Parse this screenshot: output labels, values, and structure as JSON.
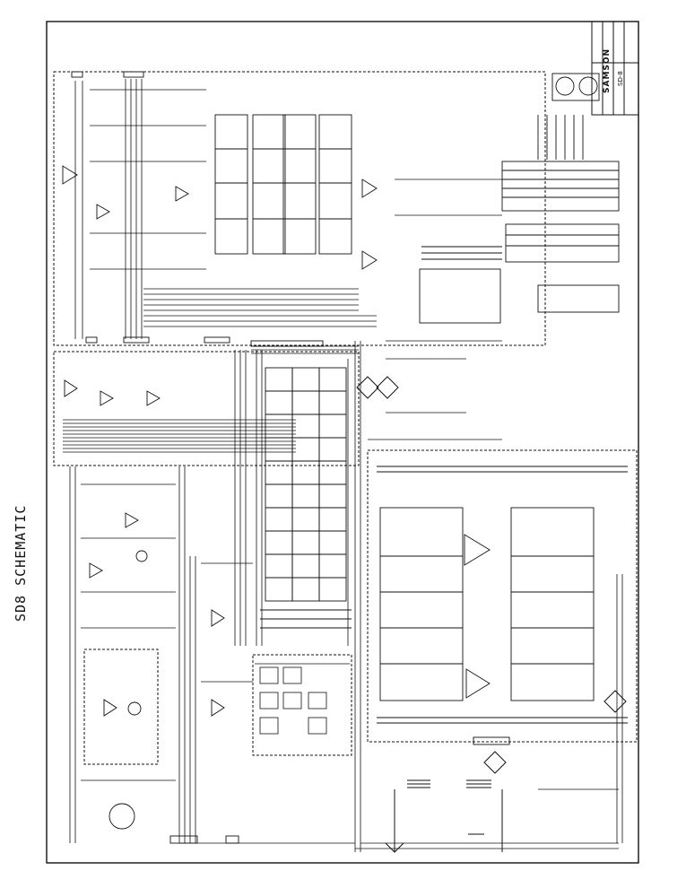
{
  "document": {
    "title": "SD8 SCHEMATIC",
    "title_block": {
      "brand": "SAMSON",
      "model": "SD-8"
    }
  },
  "colors": {
    "paper": "#ffffff",
    "ink": "#111111"
  }
}
